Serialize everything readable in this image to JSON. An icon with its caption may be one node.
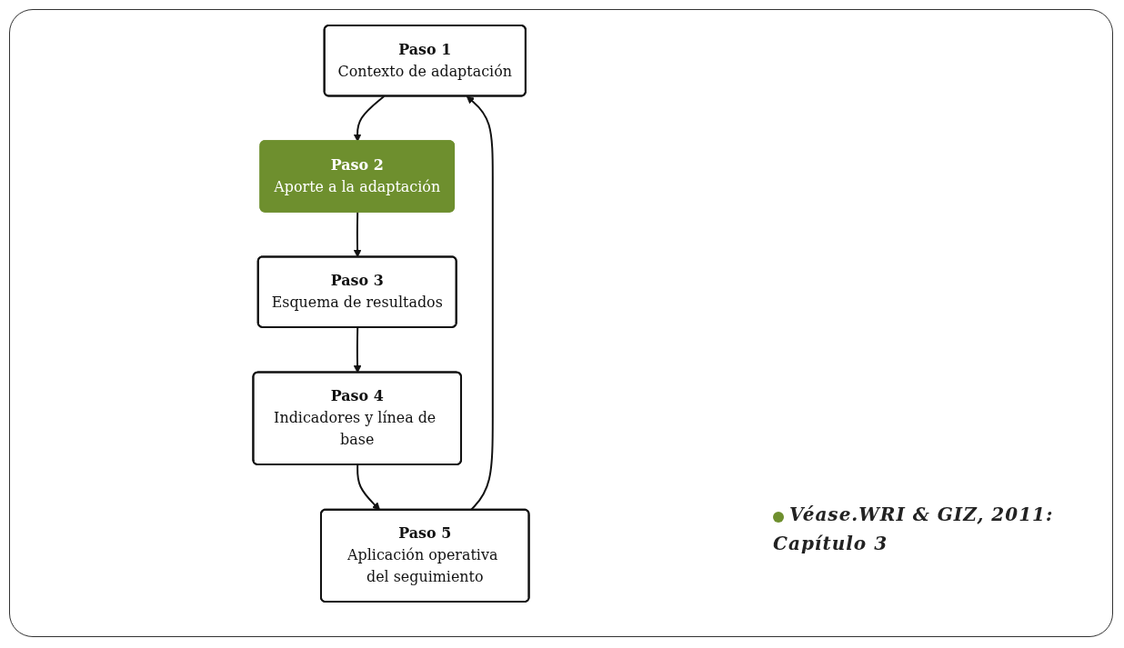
{
  "diagram": {
    "nodes": [
      {
        "text": [
          "Paso 1",
          "Contexto de adaptación"
        ]
      },
      {
        "text": [
          "Paso 2",
          "Aporte a la adaptación"
        ]
      },
      {
        "text": [
          "Paso 3",
          "Esquema de resultados"
        ]
      },
      {
        "text": [
          "Paso 4",
          "Indicadores y línea de base"
        ]
      },
      {
        "text": [
          "Paso 5",
          "Aplicación operativa del seguimiento"
        ]
      }
    ],
    "edges": [
      {
        "from": 0,
        "to": 1,
        "arrow": "to"
      },
      {
        "from": 1,
        "to": 2,
        "arrow": "to"
      },
      {
        "from": 2,
        "to": 3,
        "arrow": "to"
      },
      {
        "from": 3,
        "to": 4,
        "arrow": "to"
      },
      {
        "from": 4,
        "to": 0,
        "arrow": "to"
      }
    ],
    "labels": [
      "Véase.WRI & GIZ, 2011: Capítulo 3"
    ]
  }
}
